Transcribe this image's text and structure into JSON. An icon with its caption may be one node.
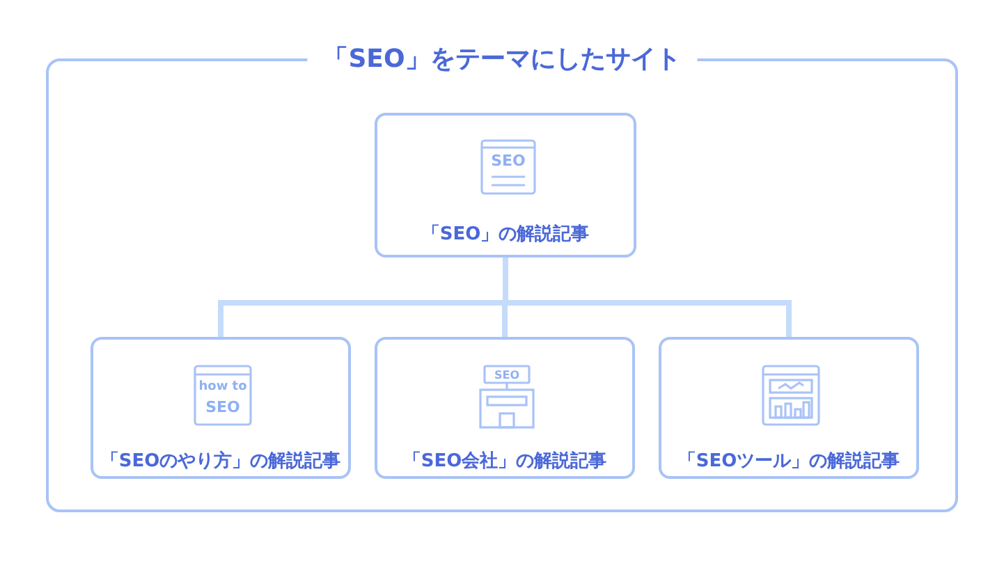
{
  "diagram": {
    "nodes": [
      {
        "text": [
          "「SEO」をテーマにしたサイト"
        ]
      },
      {
        "text": [
          "「SEO」の解説記事"
        ],
        "in": 0
      },
      {
        "text": [
          "「SEOのやり方」の解説記事"
        ],
        "in": 0
      },
      {
        "text": [
          "「SEO会社」の解説記事"
        ],
        "in": 0
      },
      {
        "text": [
          "「SEOツール」の解説記事"
        ],
        "in": 0
      }
    ],
    "edges": [
      {
        "from": 1,
        "to": 2,
        "arrow": "none"
      },
      {
        "from": 1,
        "to": 3,
        "arrow": "none"
      },
      {
        "from": 1,
        "to": 4,
        "arrow": "none"
      }
    ],
    "labels": [
      "SEO",
      "how to",
      "SEO",
      "SEO"
    ]
  }
}
